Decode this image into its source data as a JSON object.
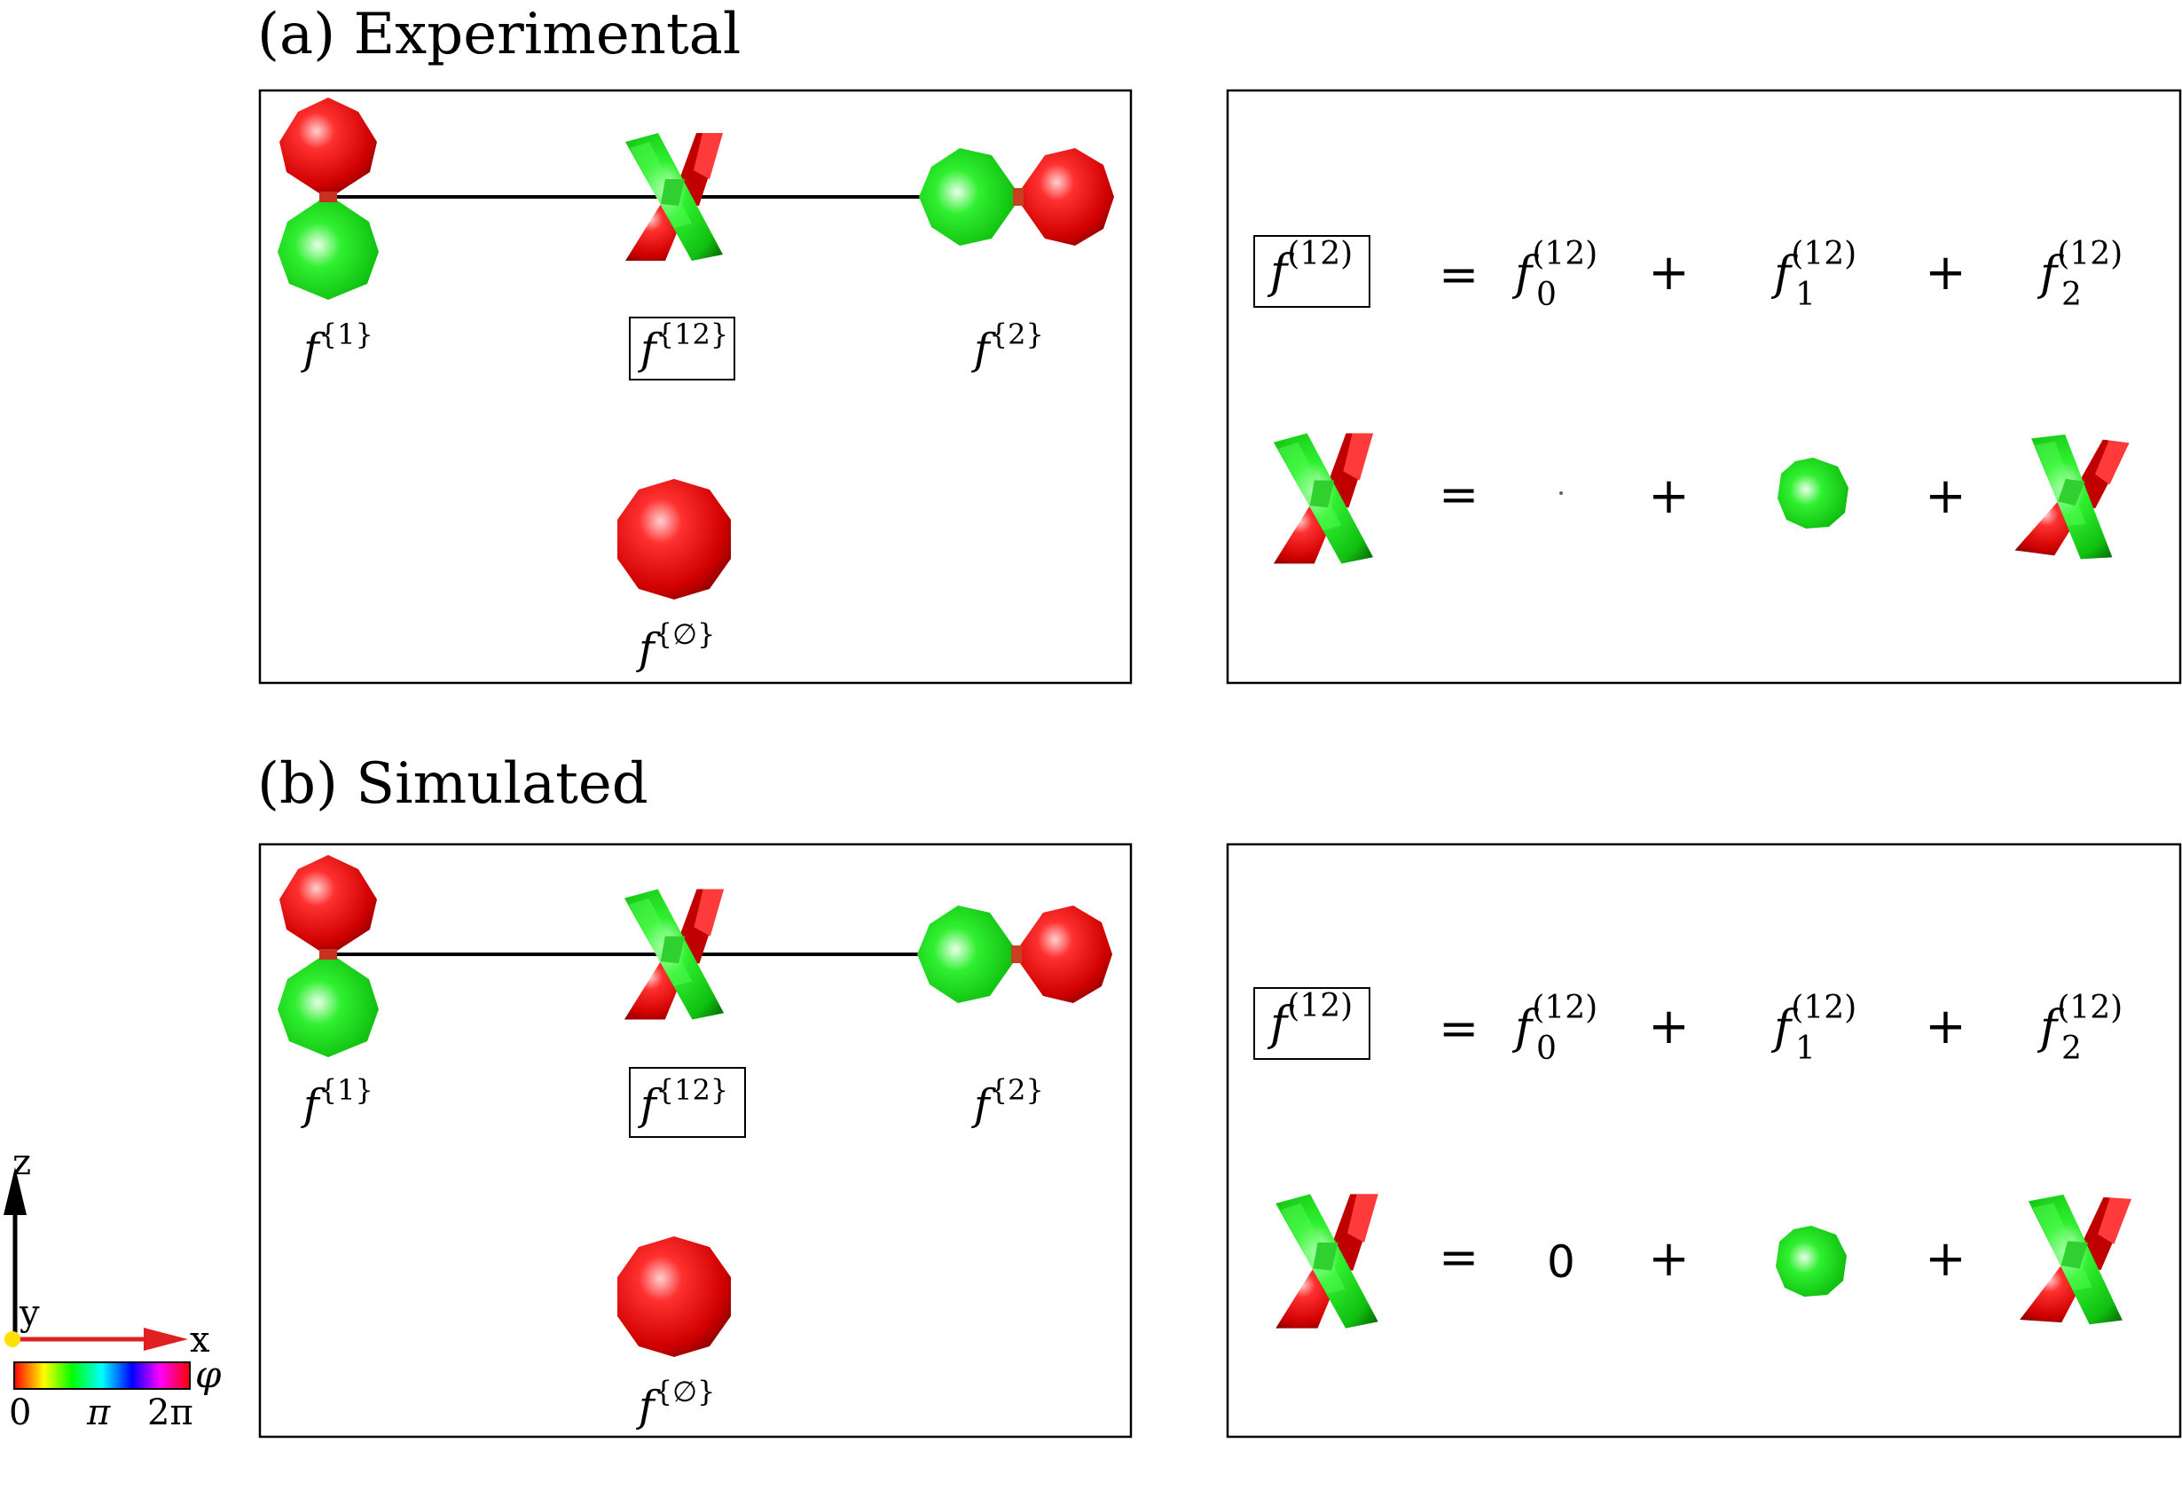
{
  "panels": [
    {
      "title": "(a) Experimental",
      "labels": {
        "f1": {
          "base": "f",
          "sup": "{1}"
        },
        "f12": {
          "base": "f",
          "sup": "{12}"
        },
        "f2": {
          "base": "f",
          "sup": "{2}"
        },
        "fempty": {
          "base": "f",
          "sup": "{∅}"
        }
      },
      "equation": {
        "lhs": {
          "base": "f",
          "sup": "(12)"
        },
        "eq": "=",
        "plus": "+",
        "terms": [
          {
            "base": "f",
            "sup": "(12)",
            "sub": "0"
          },
          {
            "base": "f",
            "sup": "(12)",
            "sub": "1"
          },
          {
            "base": "f",
            "sup": "(12)",
            "sub": "2"
          }
        ],
        "zero_term": ""
      }
    },
    {
      "title": "(b) Simulated",
      "labels": {
        "f1": {
          "base": "f",
          "sup": "{1}"
        },
        "f12": {
          "base": "f",
          "sup": "{12}"
        },
        "f2": {
          "base": "f",
          "sup": "{2}"
        },
        "fempty": {
          "base": "f",
          "sup": "{∅}"
        }
      },
      "equation": {
        "lhs": {
          "base": "f",
          "sup": "(12)"
        },
        "eq": "=",
        "plus": "+",
        "terms": [
          {
            "base": "f",
            "sup": "(12)",
            "sub": "0"
          },
          {
            "base": "f",
            "sup": "(12)",
            "sub": "1"
          },
          {
            "base": "f",
            "sup": "(12)",
            "sub": "2"
          }
        ],
        "zero_term": "0"
      }
    }
  ],
  "legend": {
    "axis_z": "z",
    "axis_y": "y",
    "axis_x": "x",
    "phase_symbol": "φ",
    "ticks": [
      "0",
      "π",
      "2π"
    ]
  },
  "colors": {
    "red": "#e00000",
    "green": "#10d810",
    "axis_arrow": "#e02020"
  }
}
